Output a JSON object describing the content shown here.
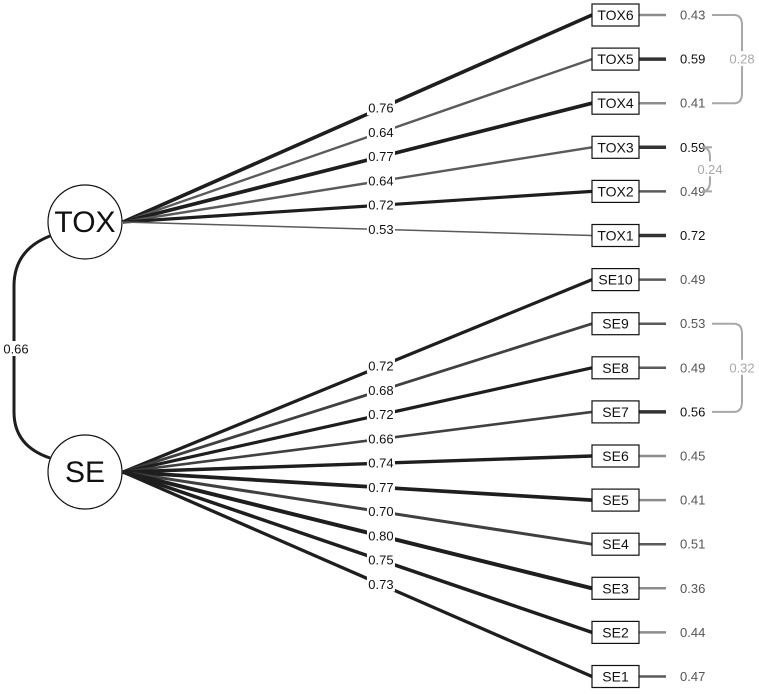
{
  "colors": {
    "background": "#ffffff",
    "loading_dark": "#1e1e1e",
    "loading_mid": "#404040",
    "loading_light": "#5a5a5a",
    "residual_dark": "#333333",
    "residual_light": "#8c8c8c",
    "covariance": "#a8a8a8",
    "text": "#111111"
  },
  "latents": [
    {
      "id": "TOX",
      "label": "TOX"
    },
    {
      "id": "SE",
      "label": "SE"
    }
  ],
  "factor_correlation": {
    "from": "TOX",
    "to": "SE",
    "value": "0.66"
  },
  "indicators": [
    {
      "label": "TOX6",
      "factor": "TOX",
      "loading": "0.76",
      "residual": "0.43"
    },
    {
      "label": "TOX5",
      "factor": "TOX",
      "loading": "0.64",
      "residual": "0.59"
    },
    {
      "label": "TOX4",
      "factor": "TOX",
      "loading": "0.77",
      "residual": "0.41"
    },
    {
      "label": "TOX3",
      "factor": "TOX",
      "loading": "0.64",
      "residual": "0.59"
    },
    {
      "label": "TOX2",
      "factor": "TOX",
      "loading": "0.72",
      "residual": "0.49"
    },
    {
      "label": "TOX1",
      "factor": "TOX",
      "loading": "0.53",
      "residual": "0.72"
    },
    {
      "label": "SE10",
      "factor": "SE",
      "loading": "0.72",
      "residual": "0.49"
    },
    {
      "label": "SE9",
      "factor": "SE",
      "loading": "0.68",
      "residual": "0.53"
    },
    {
      "label": "SE8",
      "factor": "SE",
      "loading": "0.72",
      "residual": "0.49"
    },
    {
      "label": "SE7",
      "factor": "SE",
      "loading": "0.66",
      "residual": "0.56"
    },
    {
      "label": "SE6",
      "factor": "SE",
      "loading": "0.74",
      "residual": "0.45"
    },
    {
      "label": "SE5",
      "factor": "SE",
      "loading": "0.77",
      "residual": "0.41"
    },
    {
      "label": "SE4",
      "factor": "SE",
      "loading": "0.70",
      "residual": "0.51"
    },
    {
      "label": "SE3",
      "factor": "SE",
      "loading": "0.80",
      "residual": "0.36"
    },
    {
      "label": "SE2",
      "factor": "SE",
      "loading": "0.75",
      "residual": "0.44"
    },
    {
      "label": "SE1",
      "factor": "SE",
      "loading": "0.73",
      "residual": "0.47"
    }
  ],
  "residual_covariances": [
    {
      "from": "TOX6",
      "to": "TOX4",
      "value": "0.28"
    },
    {
      "from": "TOX3",
      "to": "TOX2",
      "value": "0.24"
    },
    {
      "from": "SE9",
      "to": "SE7",
      "value": "0.32"
    }
  ]
}
